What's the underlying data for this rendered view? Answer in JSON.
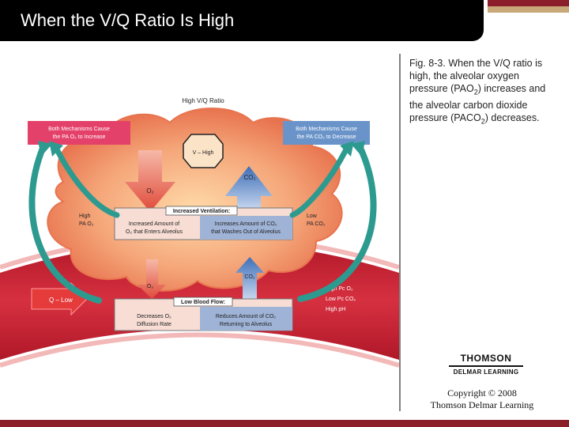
{
  "slide": {
    "title": "When the V/Q Ratio Is High",
    "caption_parts": [
      "Fig.  8-3.  When the V/Q ratio is high, the alveolar oxygen pressure (PAO",
      "2",
      ") increases and the alveolar carbon dioxide pressure (PACO",
      "2",
      ") decreases."
    ],
    "copyright_line1": "Copyright © 2008",
    "copyright_line2": "Thomson Delmar Learning",
    "logo_main": "THOMSON",
    "logo_sub": "DELMAR LEARNING"
  },
  "diagram": {
    "header": "High V/Q Ratio",
    "left_box": [
      "Both Mechanisms Cause",
      "the PA O₂ to Increase"
    ],
    "right_box": [
      "Both Mechanisms Cause",
      "the PA CO₂ to Decrease"
    ],
    "v_high": "V – High",
    "o2": "O₂",
    "co2": "CO₂",
    "increased_ventilation": "Increased Ventilation:",
    "vent_left": [
      "Increased Amount of",
      "O₂ that Enters Alveolus"
    ],
    "vent_right": [
      "Increases Amount of CO₂",
      "that Washes Out of Alveolus"
    ],
    "high_pao2": [
      "High",
      "PA O₂"
    ],
    "low_paco2": [
      "Low",
      "PA CO₂"
    ],
    "low_blood_flow": "Low Blood Flow:",
    "flow_left": [
      "Decreases O₂",
      "Diffusion Rate"
    ],
    "flow_right": [
      "Reduces Amount of CO₂",
      "Returning to Alveolus"
    ],
    "q_low": "Q – Low",
    "blood_right": [
      "High Pc O₂",
      "Low Pc CO₂",
      "High pH"
    ]
  },
  "colors": {
    "title_bar": "#000000",
    "accent_red": "#8b1e2a",
    "accent_tan": "#c8a878",
    "blood_red": "#c42030",
    "alveolus_orange": "#f5a77a",
    "teal_arrow": "#2d9a90"
  }
}
